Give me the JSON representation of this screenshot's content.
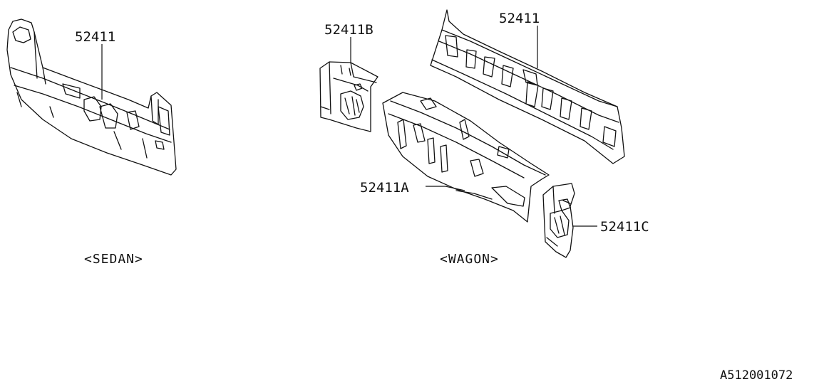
{
  "callouts": {
    "sedan_panel": "52411",
    "wagon_side_left": "52411B",
    "wagon_upper": "52411",
    "wagon_lower": "52411A",
    "wagon_side_right": "52411C"
  },
  "captions": {
    "sedan": "<SEDAN>",
    "wagon": "<WAGON>"
  },
  "document_id": "A512001072"
}
